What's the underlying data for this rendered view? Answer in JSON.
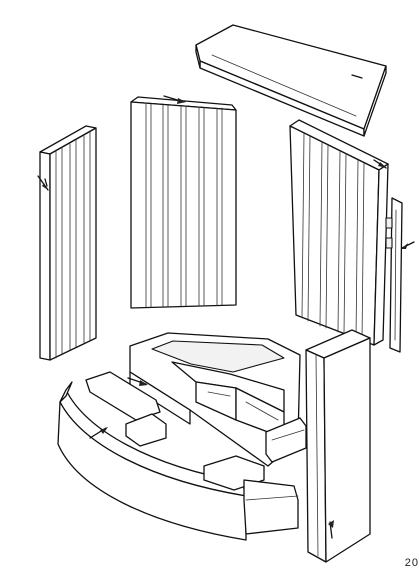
{
  "page": {
    "page_number": "20"
  },
  "parts": [
    {
      "name": "top-baffle-plate",
      "shape": "angled slab"
    },
    {
      "name": "left-rear-panel",
      "shape": "fluted tall panel"
    },
    {
      "name": "center-rear-panel",
      "shape": "fluted tall panel"
    },
    {
      "name": "right-rear-panel",
      "shape": "fluted tall panel"
    },
    {
      "name": "right-edge-bracket",
      "shape": "thin bracket"
    },
    {
      "name": "front-right-panel",
      "shape": "plain tall panel"
    },
    {
      "name": "bottom-base",
      "shape": "stepped tray"
    },
    {
      "name": "curved-front-panel",
      "shape": "curved slab"
    }
  ]
}
